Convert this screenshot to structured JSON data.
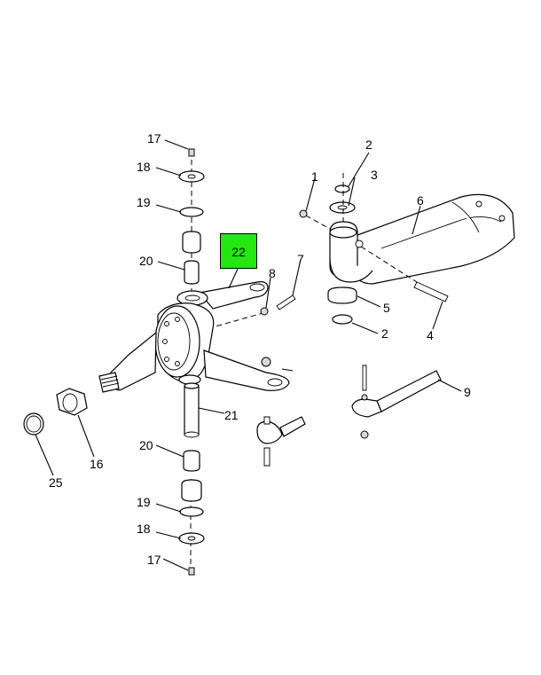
{
  "diagram": {
    "highlighted_callout": "22",
    "highlight_color": "#22e80f",
    "labels": {
      "n1": "1",
      "n2a": "2",
      "n2b": "2",
      "n3": "3",
      "n4": "4",
      "n5": "5",
      "n6": "6",
      "n7": "7",
      "n8": "8",
      "n9": "9",
      "n16": "16",
      "n17a": "17",
      "n17b": "17",
      "n18a": "18",
      "n18b": "18",
      "n19a": "19",
      "n19b": "19",
      "n20a": "20",
      "n20b": "20",
      "n21": "21",
      "n25": "25"
    }
  }
}
